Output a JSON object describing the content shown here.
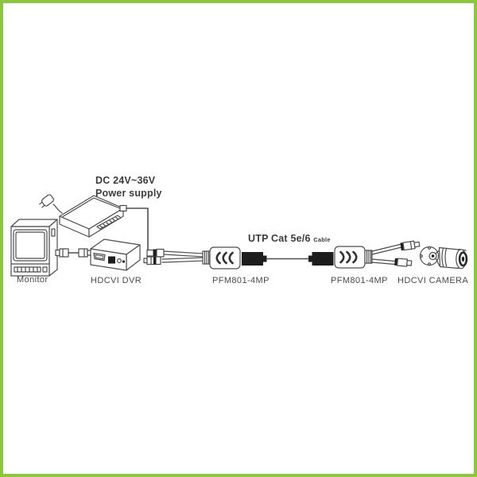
{
  "colors": {
    "frame_border": "#8cc63f",
    "background": "#ffffff",
    "line": "#4d4d4d",
    "label": "#4a4a4a",
    "bold_label": "#3c3c3c",
    "connector_black": "#1d1d1d"
  },
  "diagram": {
    "power": {
      "label_line1": "DC 24V~36V",
      "label_line2": "Power supply"
    },
    "utp": {
      "label_main": "UTP Cat 5e/6",
      "label_suffix": "Cable"
    },
    "devices": [
      {
        "id": "monitor",
        "label": "Monitor"
      },
      {
        "id": "dvr",
        "label": "HDCVI DVR"
      },
      {
        "id": "balun-left",
        "label": "PFM801-4MP"
      },
      {
        "id": "balun-right",
        "label": "PFM801-4MP"
      },
      {
        "id": "camera",
        "label": "HDCVI CAMERA"
      }
    ],
    "icons": {
      "balun_left_arrows": "chevrons-left-icon",
      "balun_right_arrows": "chevrons-right-icon"
    }
  }
}
